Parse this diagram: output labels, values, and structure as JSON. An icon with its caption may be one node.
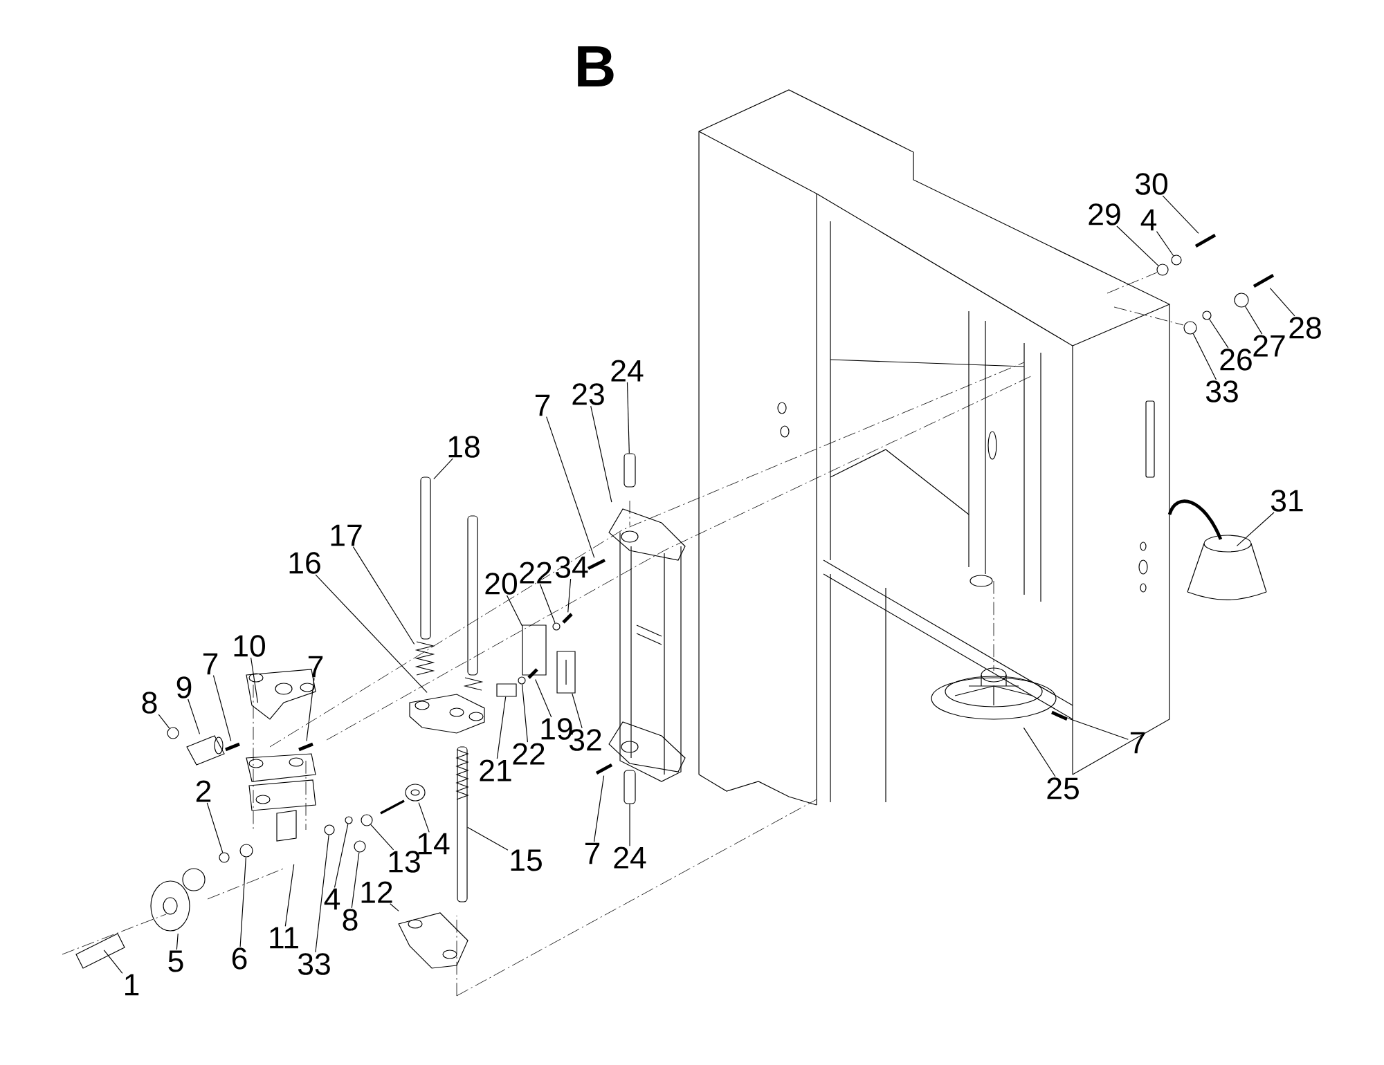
{
  "diagram": {
    "title": "B",
    "nodes": [
      {
        "text": [
          "30"
        ]
      },
      {
        "text": [
          "29"
        ]
      },
      {
        "text": [
          "4"
        ]
      },
      {
        "text": [
          "28"
        ]
      },
      {
        "text": [
          "27"
        ]
      },
      {
        "text": [
          "26"
        ]
      },
      {
        "text": [
          "24"
        ]
      },
      {
        "text": [
          "33"
        ]
      },
      {
        "text": [
          "23"
        ]
      },
      {
        "text": [
          "7"
        ]
      },
      {
        "text": [
          "18"
        ]
      },
      {
        "text": [
          "31"
        ]
      },
      {
        "text": [
          "17"
        ]
      },
      {
        "text": [
          "16"
        ]
      },
      {
        "text": [
          "34"
        ]
      },
      {
        "text": [
          "22"
        ]
      },
      {
        "text": [
          "20"
        ]
      },
      {
        "text": [
          "10"
        ]
      },
      {
        "text": [
          "7"
        ]
      },
      {
        "text": [
          "7"
        ]
      },
      {
        "text": [
          "9"
        ]
      },
      {
        "text": [
          "8"
        ]
      },
      {
        "text": [
          "19"
        ]
      },
      {
        "text": [
          "32"
        ]
      },
      {
        "text": [
          "7"
        ]
      },
      {
        "text": [
          "22"
        ]
      },
      {
        "text": [
          "21"
        ]
      },
      {
        "text": [
          "25"
        ]
      },
      {
        "text": [
          "2"
        ]
      },
      {
        "text": [
          "14"
        ]
      },
      {
        "text": [
          "7"
        ]
      },
      {
        "text": [
          "24"
        ]
      },
      {
        "text": [
          "15"
        ]
      },
      {
        "text": [
          "13"
        ]
      },
      {
        "text": [
          "12"
        ]
      },
      {
        "text": [
          "4"
        ]
      },
      {
        "text": [
          "8"
        ]
      },
      {
        "text": [
          "11"
        ]
      },
      {
        "text": [
          "6"
        ]
      },
      {
        "text": [
          "5"
        ]
      },
      {
        "text": [
          "33"
        ]
      },
      {
        "text": [
          "1"
        ]
      },
      {
        "text": [],
        "shape": "picture"
      },
      {
        "text": [],
        "shape": "circle"
      },
      {
        "text": [],
        "shape": "circle"
      },
      {
        "text": [],
        "shape": "picture"
      },
      {
        "text": [],
        "shape": "circle"
      },
      {
        "text": [],
        "shape": "circle"
      },
      {
        "text": [],
        "shape": "bar"
      },
      {
        "text": [],
        "shape": "circle"
      },
      {
        "text": [],
        "shape": "picture"
      },
      {
        "text": [],
        "shape": "picture"
      },
      {
        "text": [],
        "shape": "picture"
      },
      {
        "text": [],
        "shape": "circle"
      },
      {
        "text": [],
        "shape": "box"
      },
      {
        "text": [],
        "shape": "picture"
      },
      {
        "text": [],
        "shape": "picture"
      },
      {
        "text": [],
        "shape": "cylinder"
      },
      {
        "text": [],
        "shape": "circle"
      },
      {
        "text": [],
        "shape": "picture"
      },
      {
        "text": [],
        "shape": "box"
      },
      {
        "text": [],
        "shape": "picture"
      },
      {
        "text": [],
        "shape": "circle"
      },
      {
        "text": [],
        "shape": "box"
      },
      {
        "text": [],
        "shape": "circle"
      },
      {
        "text": [],
        "shape": "picture"
      },
      {
        "text": [],
        "shape": "picture"
      },
      {
        "text": [],
        "shape": "bar"
      },
      {
        "text": [],
        "shape": "bar"
      },
      {
        "text": [],
        "shape": "circle"
      },
      {
        "text": [],
        "shape": "picture"
      },
      {
        "text": [],
        "shape": "circle"
      },
      {
        "text": [],
        "shape": "circle"
      },
      {
        "text": [],
        "shape": "circle"
      },
      {
        "text": [],
        "shape": "circle"
      }
    ],
    "edges": [
      {
        "from": 0,
        "to": 42,
        "arrow": "none"
      },
      {
        "from": 1,
        "to": 43,
        "arrow": "none"
      },
      {
        "from": 2,
        "to": 44,
        "arrow": "none"
      },
      {
        "from": 3,
        "to": 45,
        "arrow": "none"
      },
      {
        "from": 4,
        "to": 46,
        "arrow": "none"
      },
      {
        "from": 5,
        "to": 47,
        "arrow": "none"
      },
      {
        "from": 6,
        "to": 48,
        "arrow": "none"
      },
      {
        "from": 7,
        "to": 49,
        "arrow": "none"
      },
      {
        "from": 8,
        "to": null,
        "arrow": "none"
      },
      {
        "from": 9,
        "to": 50,
        "arrow": "none"
      },
      {
        "from": 10,
        "to": null,
        "arrow": "none"
      },
      {
        "from": 11,
        "to": null,
        "arrow": "none"
      },
      {
        "from": 12,
        "to": null,
        "arrow": "none"
      },
      {
        "from": 13,
        "to": 51,
        "arrow": "none"
      },
      {
        "from": 14,
        "to": 52,
        "arrow": "none"
      },
      {
        "from": 15,
        "to": 53,
        "arrow": "none"
      },
      {
        "from": 16,
        "to": 54,
        "arrow": "none"
      },
      {
        "from": 17,
        "to": null,
        "arrow": "none"
      },
      {
        "from": 18,
        "to": 55,
        "arrow": "none"
      },
      {
        "from": 19,
        "to": 56,
        "arrow": "none"
      },
      {
        "from": 20,
        "to": 57,
        "arrow": "none"
      },
      {
        "from": 21,
        "to": 58,
        "arrow": "none"
      },
      {
        "from": 22,
        "to": 59,
        "arrow": "none"
      },
      {
        "from": 23,
        "to": 60,
        "arrow": "none"
      },
      {
        "from": 24,
        "to": 61,
        "arrow": "none"
      },
      {
        "from": 25,
        "to": 62,
        "arrow": "none"
      },
      {
        "from": 26,
        "to": 63,
        "arrow": "none"
      },
      {
        "from": 27,
        "to": null,
        "arrow": "none"
      },
      {
        "from": 28,
        "to": 64,
        "arrow": "none"
      },
      {
        "from": 29,
        "to": 65,
        "arrow": "none"
      },
      {
        "from": 30,
        "to": 66,
        "arrow": "none"
      },
      {
        "from": 31,
        "to": 67,
        "arrow": "none"
      },
      {
        "from": 32,
        "to": 68,
        "arrow": "none"
      },
      {
        "from": 33,
        "to": 69,
        "arrow": "none"
      },
      {
        "from": 34,
        "to": 70,
        "arrow": "none"
      },
      {
        "from": 35,
        "to": 71,
        "arrow": "none"
      },
      {
        "from": 36,
        "to": 72,
        "arrow": "none"
      },
      {
        "from": 37,
        "to": null,
        "arrow": "none"
      },
      {
        "from": 38,
        "to": 73,
        "arrow": "none"
      },
      {
        "from": 39,
        "to": null,
        "arrow": "none"
      },
      {
        "from": 40,
        "to": 74,
        "arrow": "none"
      },
      {
        "from": 41,
        "to": null,
        "arrow": "none"
      }
    ]
  }
}
